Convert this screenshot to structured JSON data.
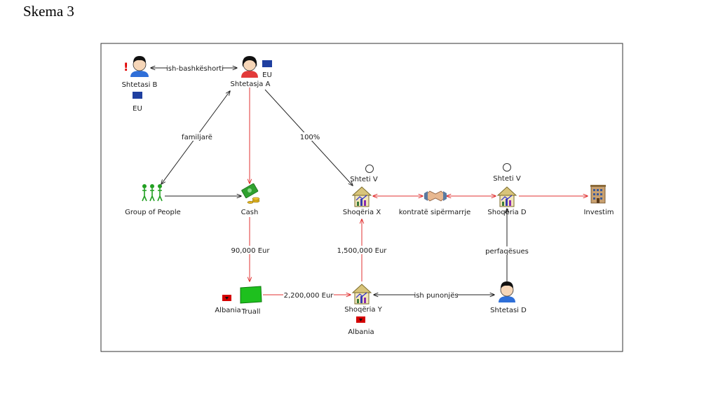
{
  "page": {
    "title": "Skema 3"
  },
  "colors": {
    "red_flow": "#e03030",
    "black_link": "#222222",
    "eu_flag": "#1f3fa0",
    "albania_flag": "#d40000",
    "cash_green": "#2fa12f",
    "land_green": "#1ec01e"
  },
  "nodes": {
    "shtetasi_b": {
      "label": "Shtetasi B",
      "flag": "EU",
      "icon": "person-male-icon",
      "marker": "!"
    },
    "shtetasja_a": {
      "label": "Shtetasja A",
      "flag": "EU",
      "icon": "person-female-icon"
    },
    "group": {
      "label": "Group of People",
      "icon": "group-of-people-icon"
    },
    "cash": {
      "label": "Cash",
      "icon": "cash-icon"
    },
    "shoqeria_x": {
      "label": "Shoqëria X",
      "tag": "Shteti V",
      "icon": "company-building-icon"
    },
    "kontrate": {
      "label": "kontratë sipërmarrje",
      "icon": "handshake-icon"
    },
    "shoqeria_d": {
      "label": "Shoqëria D",
      "tag": "Shteti V",
      "icon": "company-building-icon"
    },
    "investim": {
      "label": "Investim",
      "icon": "building-investment-icon"
    },
    "truall": {
      "label": "Truall",
      "flag": "Albania",
      "icon": "land-plot-icon"
    },
    "shoqeria_y": {
      "label": "Shoqëria  Y",
      "flag": "Albania",
      "icon": "company-building-icon"
    },
    "shtetasi_d": {
      "label": "Shtetasi D",
      "icon": "person-male-icon"
    }
  },
  "edges": {
    "b_a": "ish-bashkëshorti",
    "a_group": "familjarë",
    "a_x": "100%",
    "cash_truall": "90,000 Eur",
    "truall_y": "2,200,000 Eur",
    "y_x": "1,500,000 Eur",
    "y_d": "ish punonjës",
    "d_shoqd": "perfaqësues"
  }
}
